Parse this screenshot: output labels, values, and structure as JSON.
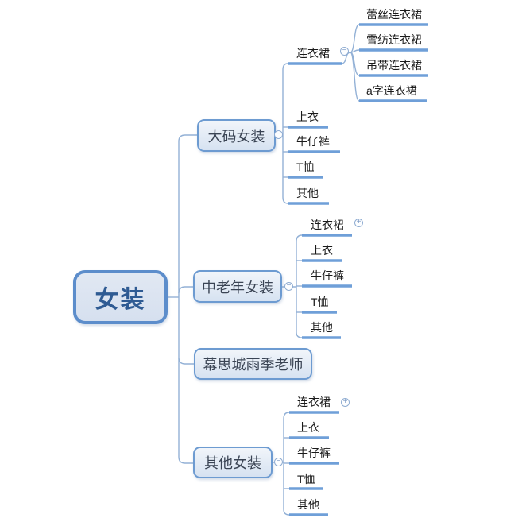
{
  "colors": {
    "root_border": "#5C8DCB",
    "node_border": "#6D9BD1",
    "node_fill_top": "#F1F5FA",
    "node_fill_bottom": "#D6E2F1",
    "underline": "#6F9FD8",
    "wire": "#93B1D6",
    "root_text": "#2F5B93",
    "node_text": "#3A4454",
    "leaf_text": "#1A1A1A"
  },
  "icons": {
    "collapse_glyph": "−",
    "expand_glyph": "+"
  },
  "root": {
    "label": "女装"
  },
  "branches": [
    {
      "label": "大码女装",
      "state": "expanded",
      "children": [
        {
          "label": "连衣裙",
          "state": "expanded",
          "children": [
            {
              "label": "蕾丝连衣裙"
            },
            {
              "label": "雪纺连衣裙"
            },
            {
              "label": "吊带连衣裙"
            },
            {
              "label": "a字连衣裙"
            }
          ]
        },
        {
          "label": "上衣"
        },
        {
          "label": "牛仔裤"
        },
        {
          "label": "T恤"
        },
        {
          "label": "其他"
        }
      ]
    },
    {
      "label": "中老年女装",
      "state": "expanded",
      "children": [
        {
          "label": "连衣裙",
          "state": "collapsed"
        },
        {
          "label": "上衣"
        },
        {
          "label": "牛仔裤"
        },
        {
          "label": "T恤"
        },
        {
          "label": "其他"
        }
      ]
    },
    {
      "label": "幕思城雨季老师"
    },
    {
      "label": "其他女装",
      "state": "expanded",
      "children": [
        {
          "label": "连衣裙",
          "state": "collapsed"
        },
        {
          "label": "上衣"
        },
        {
          "label": "牛仔裤"
        },
        {
          "label": "T恤"
        },
        {
          "label": "其他"
        }
      ]
    }
  ]
}
